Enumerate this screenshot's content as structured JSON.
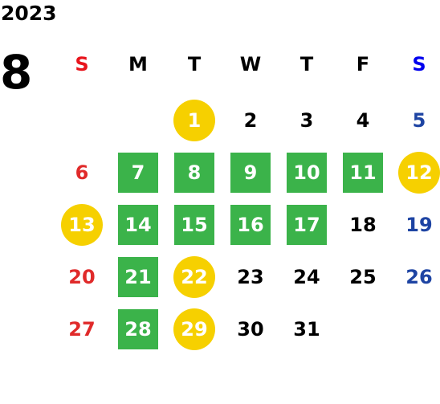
{
  "year": "2023",
  "month": "8",
  "weekdays": [
    "S",
    "M",
    "T",
    "W",
    "T",
    "F",
    "S"
  ],
  "weeks": [
    [
      null,
      null,
      {
        "day": "1",
        "circle": true
      },
      {
        "day": "2"
      },
      {
        "day": "3"
      },
      {
        "day": "4"
      },
      {
        "day": "5"
      }
    ],
    [
      {
        "day": "6"
      },
      {
        "day": "7",
        "square": true
      },
      {
        "day": "8",
        "square": true
      },
      {
        "day": "9",
        "square": true
      },
      {
        "day": "10",
        "square": true
      },
      {
        "day": "11",
        "square": true
      },
      {
        "day": "12",
        "circle": true
      }
    ],
    [
      {
        "day": "13",
        "circle": true
      },
      {
        "day": "14",
        "square": true
      },
      {
        "day": "15",
        "square": true
      },
      {
        "day": "16",
        "square": true
      },
      {
        "day": "17",
        "square": true
      },
      {
        "day": "18"
      },
      {
        "day": "19"
      }
    ],
    [
      {
        "day": "20"
      },
      {
        "day": "21",
        "square": true
      },
      {
        "day": "22",
        "circle": true
      },
      {
        "day": "23"
      },
      {
        "day": "24"
      },
      {
        "day": "25"
      },
      {
        "day": "26"
      }
    ],
    [
      {
        "day": "27"
      },
      {
        "day": "28",
        "square": true
      },
      {
        "day": "29",
        "circle": true
      },
      {
        "day": "30"
      },
      {
        "day": "31"
      },
      null,
      null
    ]
  ],
  "colors": {
    "text": "#000000",
    "sunday_header": "#e8141c",
    "saturday_header": "#0000ee",
    "sunday_day": "#e02a2a",
    "saturday_day": "#1e44a3",
    "square_fill": "#3bb34a",
    "circle_fill": "#f6d000",
    "mark_text": "#ffffff"
  }
}
